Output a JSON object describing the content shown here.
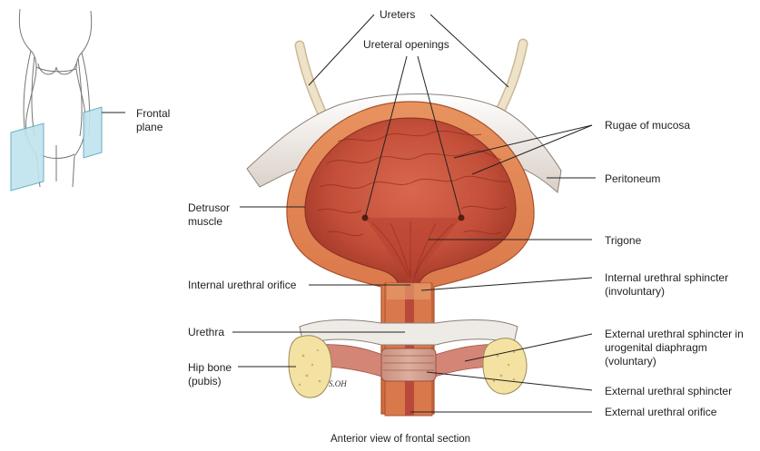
{
  "labels": {
    "frontal_plane": [
      "Frontal",
      "plane"
    ],
    "ureters": "Ureters",
    "ureteral_openings": "Ureteral openings",
    "rugae": "Rugae of mucosa",
    "peritoneum": "Peritoneum",
    "detrusor": [
      "Detrusor",
      "muscle"
    ],
    "trigone": "Trigone",
    "internal_orifice": "Internal urethral orifice",
    "internal_sphincter": [
      "Internal urethral sphincter",
      "(involuntary)"
    ],
    "urethra": "Urethra",
    "external_sphincter_diaphragm": [
      "External urethral sphincter in",
      "urogenital diaphragm",
      "(voluntary)"
    ],
    "hip_bone": [
      "Hip bone",
      "(pubis)"
    ],
    "external_sphincter": "External urethral sphincter",
    "external_orifice": "External urethral orifice"
  },
  "caption": "Anterior view of frontal section",
  "artist_signature": "S.OH",
  "colors": {
    "bladder_wall": "#d9784a",
    "mucosa": "#c4503a",
    "mucosa_dark": "#9e3526",
    "peritoneum": "#f2ebe4",
    "ureter": "#eee2c8",
    "bone": "#f4e2a2",
    "plane": "#bfe4ee",
    "leader": "#222222"
  }
}
